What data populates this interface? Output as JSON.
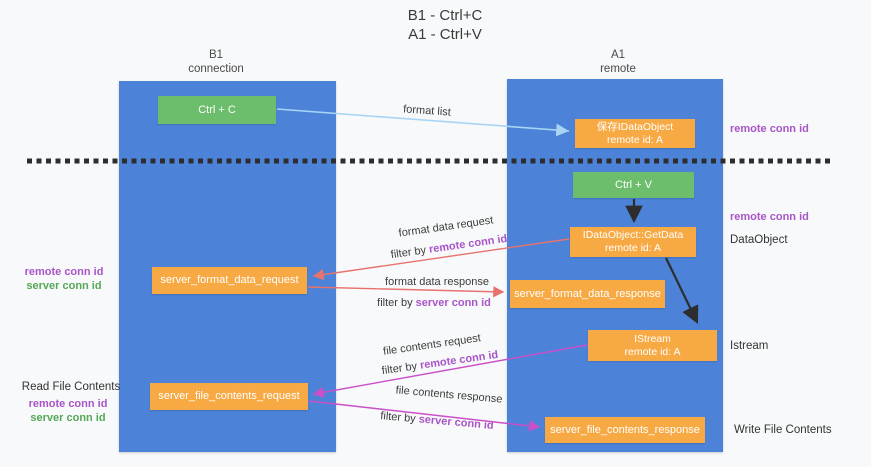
{
  "title": {
    "line1": "B1 - Ctrl+C",
    "line2": "A1 - Ctrl+V"
  },
  "columns": {
    "left": {
      "name": "B1",
      "role": "connection"
    },
    "right": {
      "name": "A1",
      "role": "remote"
    }
  },
  "boxes": {
    "ctrl_c": "Ctrl + C",
    "ctrl_v": "Ctrl + V",
    "save_dataobject": {
      "line1": "保存IDataObject",
      "line2": "remote id: A"
    },
    "getdata": {
      "line1": "IDataObject::GetData",
      "line2": "remote id: A"
    },
    "istream": {
      "line1": "IStream",
      "line2": "remote id: A"
    },
    "server_format_data_request": "server_format_data_request",
    "server_format_data_response": "server_format_data_response",
    "server_file_contents_request": "server_file_contents_request",
    "server_file_contents_response": "server_file_contents_response"
  },
  "arrow_labels": {
    "format_list": "format list",
    "format_data_request": "format data request",
    "format_data_response": "format data response",
    "file_contents_request": "file contents request",
    "file_contents_response": "file contents response",
    "filter_prefix": "filter by ",
    "remote_conn_id": "remote conn id",
    "server_conn_id": "server conn id"
  },
  "side_labels": {
    "right": {
      "remote_conn_id_top": "remote conn id",
      "remote_conn_id_mid": "remote conn id",
      "dataobject": "DataObject",
      "istream": "Istream",
      "write_file_contents": "Write File Contents"
    },
    "left": {
      "remote_conn_id_1": "remote conn id",
      "server_conn_id_1": "server conn id",
      "read_file_contents": "Read File Contents",
      "remote_conn_id_2": "remote conn id",
      "server_conn_id_2": "server conn id"
    }
  },
  "colors": {
    "lane_blue": "#4c83d9",
    "box_green": "#6cbe6d",
    "box_orange": "#f7a943",
    "arrow_red": "#e8736e",
    "arrow_magenta": "#cb4fc8",
    "arrow_lightblue": "#a9d5f5",
    "arrow_black": "#2d2d2d",
    "label_purple": "#a855c8",
    "label_green": "#55a855"
  }
}
